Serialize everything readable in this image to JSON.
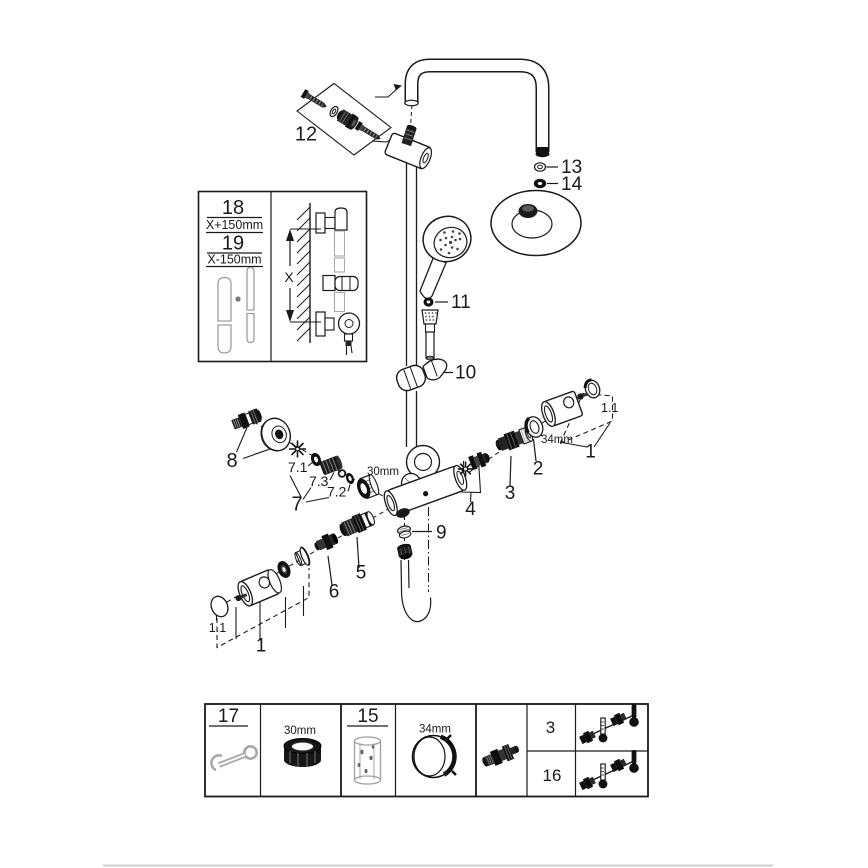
{
  "page": {
    "background": "#ffffff"
  },
  "colors": {
    "line": "#1a1a1a",
    "gray": "#9e9e9e",
    "footer_line": "#c9c9c9"
  },
  "inset": {
    "part18": "18",
    "part18_note": "X+150mm",
    "part19": "19",
    "part19_note": "X-150mm",
    "dimension": "X"
  },
  "callouts": {
    "p1_right": "1",
    "p1_1_right": "1.1",
    "p2": "2",
    "p3": "3",
    "p4": "4",
    "p5": "5",
    "p6": "6",
    "p7": "7",
    "p7_1": "7.1",
    "p7_2": "7.2",
    "p7_3": "7.3",
    "p8": "8",
    "p9": "9",
    "p10": "10",
    "p11": "11",
    "p12": "12",
    "p13": "13",
    "p14": "14",
    "p1_bottom": "1",
    "p1_1_bottom": "1.1",
    "nut_size": "30mm",
    "ring_size": "34mm"
  },
  "tools_table": {
    "wrench_num": "17",
    "wrench_size": "30mm",
    "socket_num": "15",
    "ring_size": "34mm",
    "calib_row1": "3",
    "calib_row2": "16"
  }
}
